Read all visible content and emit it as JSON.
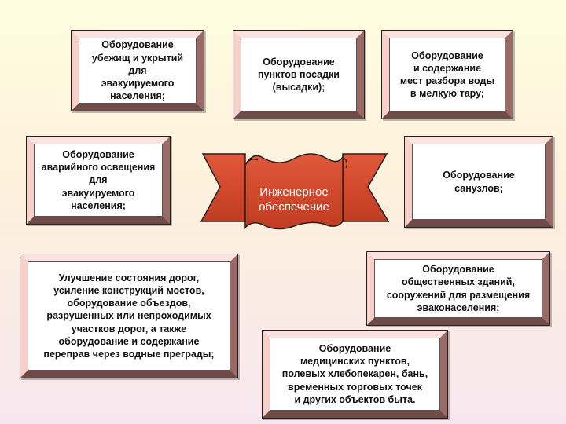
{
  "center": {
    "label": "Инженерное\nобеспечение"
  },
  "boxes": {
    "shelters": "Оборудование\nубежищ и укрытий\nдля\nэвакуируемого\nнаселения;",
    "boarding": "Оборудование\nпунктов посадки\n(высадки);",
    "water": "Оборудование\nи содержание\nмест  разбора воды\nв мелкую тару;",
    "lighting": "Оборудование\nаварийного освещения\nдля\nэвакуируемого\nнаселения;",
    "toilets": "Оборудование\nсанузлов;",
    "roads": "Улучшение состояния дорог,\nусиление конструкций мостов,\nоборудование объездов,\nразрушенных или  непроходимых\nучастков дорог, а также\nоборудование и содержание\nпереправ через водные преграды;",
    "public_buildings": "Оборудование\nобщественных зданий,\nсооружений для размещения\nэваконаселения;",
    "medical": "Оборудование\nмедицинских пунктов,\nполевых хлебопекарен, бань,\nвременных торговых точек\nи других  объектов быта."
  },
  "colors": {
    "frame": "#f4b8b0",
    "banner": "#d24a2c",
    "background_top": "#fffde0",
    "background_bottom": "#f7e6ee"
  }
}
